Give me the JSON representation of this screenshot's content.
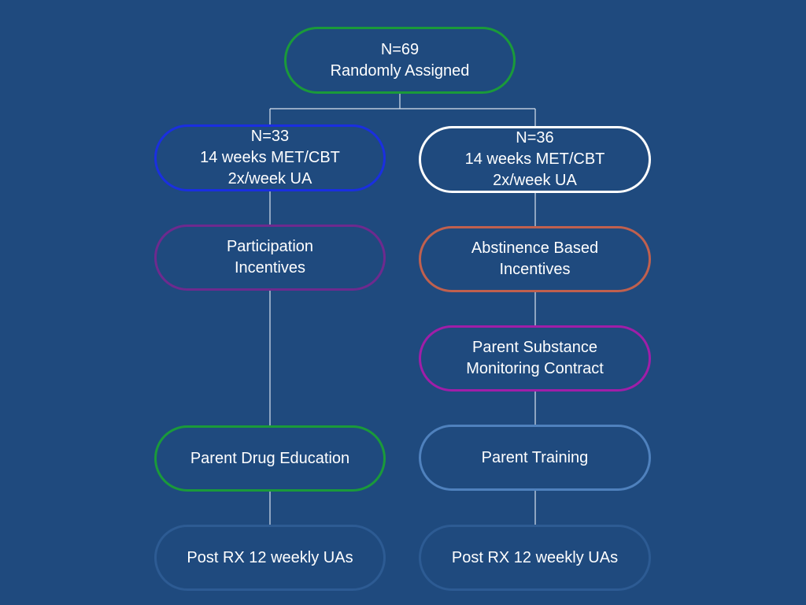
{
  "nodes": {
    "root": {
      "text": "N=69\nRandomly Assigned",
      "border": "#1a9a3a"
    },
    "left_group": {
      "text": "N=33\n14 weeks MET/CBT\n2x/week UA",
      "border": "#1a2fe0"
    },
    "right_group": {
      "text": "N=36\n14 weeks MET/CBT\n2x/week UA",
      "border": "#ffffff"
    },
    "participation": {
      "text": "Participation\n Incentives",
      "border": "#6e2a8e"
    },
    "abstinence": {
      "text": "Abstinence Based\nIncentives",
      "border": "#c0604e"
    },
    "monitoring": {
      "text": "Parent Substance\nMonitoring Contract",
      "border": "#a01ea8"
    },
    "drug_education": {
      "text": "Parent Drug Education",
      "border": "#1a9a3a"
    },
    "parent_training": {
      "text": "Parent Training",
      "border": "#4f81bd"
    },
    "post_left": {
      "text": "Post RX 12 weekly UAs",
      "border": "#2d5b93"
    },
    "post_right": {
      "text": "Post RX 12 weekly UAs",
      "border": "#2d5b93"
    }
  }
}
